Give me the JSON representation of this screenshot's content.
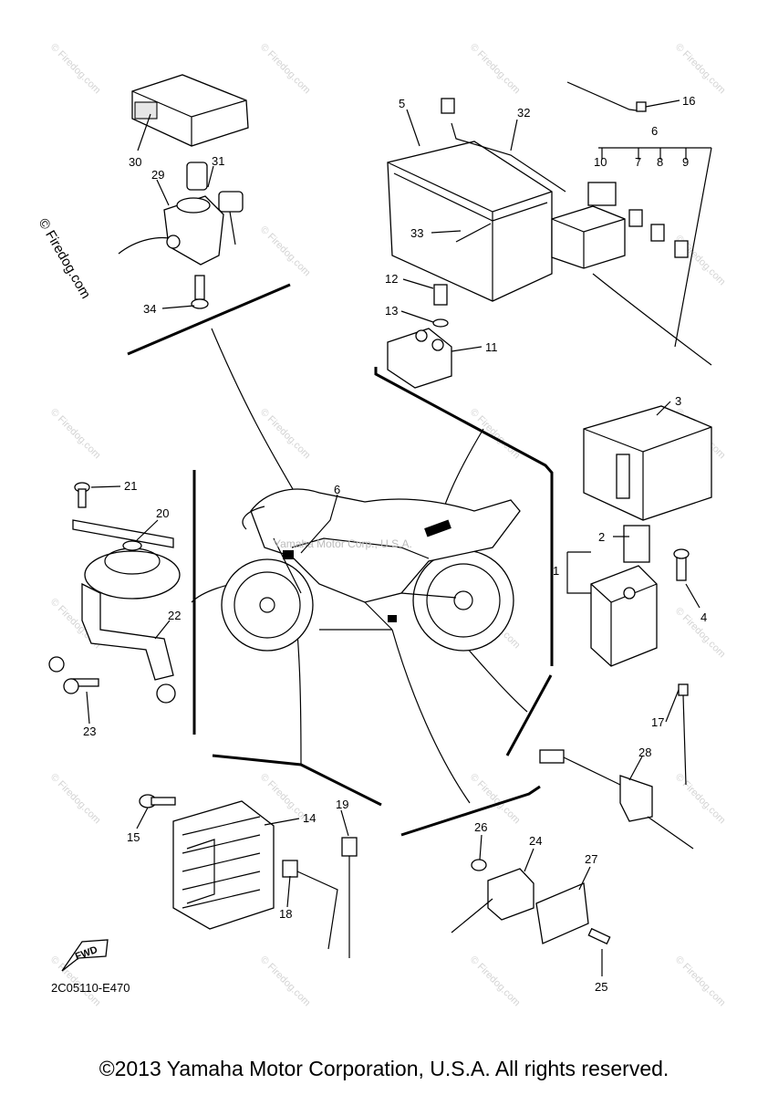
{
  "diagram_code": "2C05110-E470",
  "copyright": "©2013 Yamaha Motor Corporation, U.S.A. All rights reserved.",
  "watermark_main": "© Firedog.com",
  "watermark_tile": "© Firedog.com",
  "center_watermark": "Yamaha Motor Corp., U.S.A.",
  "fwd_label": "FWD",
  "labels": {
    "p1": "1",
    "p2": "2",
    "p3": "3",
    "p4": "4",
    "p5": "5",
    "p6": "6",
    "p6b": "6",
    "p7": "7",
    "p8": "8",
    "p9": "9",
    "p10": "10",
    "p11": "11",
    "p12": "12",
    "p13": "13",
    "p14": "14",
    "p15": "15",
    "p16": "16",
    "p17": "17",
    "p18": "18",
    "p19": "19",
    "p20": "20",
    "p21": "21",
    "p22": "22",
    "p23": "23",
    "p24": "24",
    "p25": "25",
    "p26": "26",
    "p27": "27",
    "p28": "28",
    "p29": "29",
    "p30": "30",
    "p31": "31",
    "p32": "32",
    "p33": "33",
    "p34": "34"
  }
}
